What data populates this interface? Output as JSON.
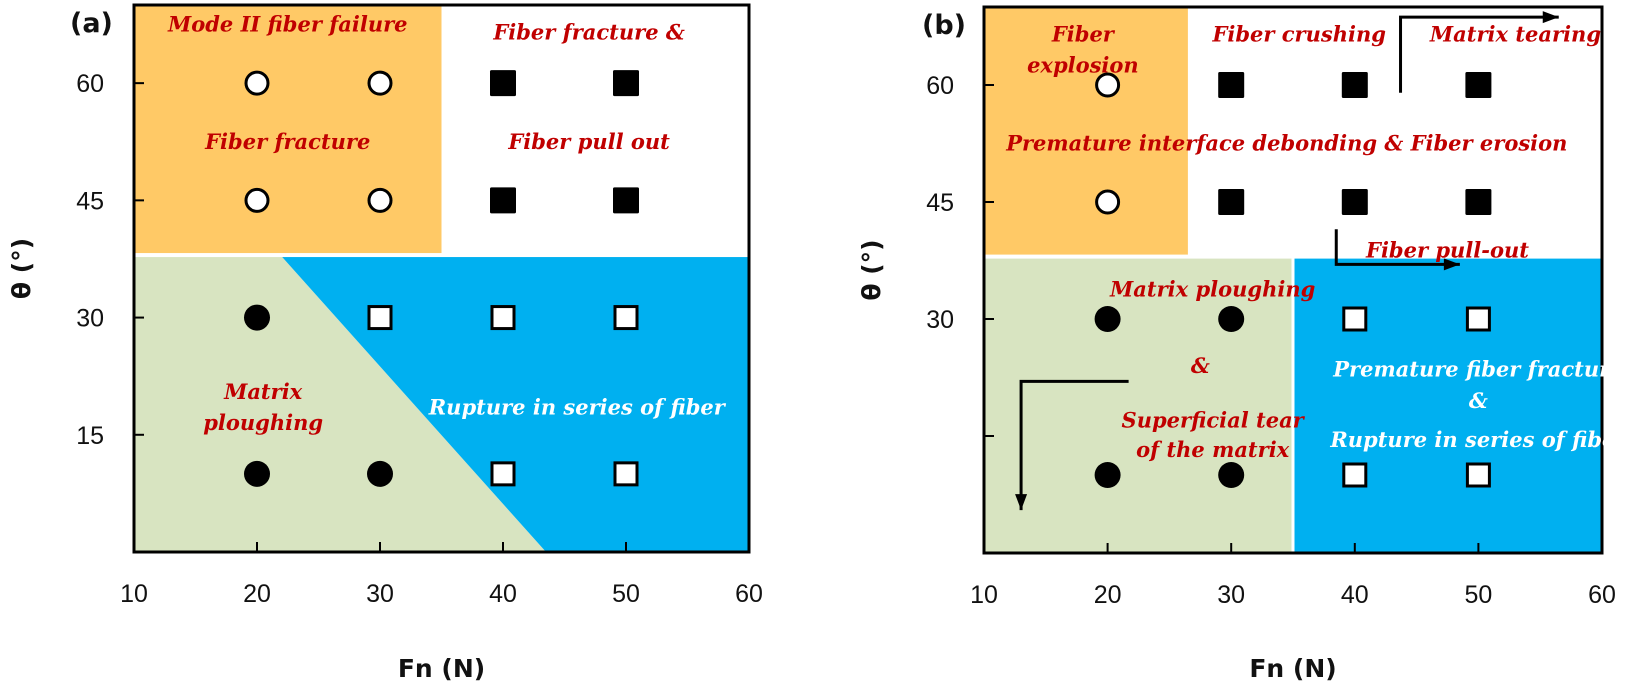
{
  "colors": {
    "orange_region": "#FFC966",
    "green_region": "#D8E4C1",
    "blue_region": "#00B0F0",
    "white_region": "#FFFFFF",
    "annotation_red": "#C00000",
    "annotation_white": "#FFFFFF",
    "marker_black": "#000000"
  },
  "chart_data": [
    {
      "type": "scatter",
      "panel_label": "(a)",
      "xlabel": "Fn (N)",
      "ylabel": "θ (°)",
      "xlim": [
        10,
        60
      ],
      "ylim": [
        0,
        70
      ],
      "xticks": [
        10,
        20,
        30,
        40,
        50,
        60
      ],
      "xtick_labels": [
        "10",
        "20",
        "30",
        "40",
        "50",
        "60"
      ],
      "yticks": [
        15,
        30,
        45,
        60
      ],
      "ytick_labels": [
        "15",
        "30",
        "45",
        "60"
      ],
      "grid": false,
      "regions": [
        {
          "name": "Mode II fiber failure / Fiber fracture",
          "color": "orange",
          "polygon": [
            [
              10,
              70
            ],
            [
              35,
              70
            ],
            [
              35,
              38
            ],
            [
              10,
              38
            ]
          ]
        },
        {
          "name": "Fiber fracture & Fiber pull out",
          "color": "white",
          "polygon": [
            [
              35,
              70
            ],
            [
              60,
              70
            ],
            [
              60,
              38
            ],
            [
              35,
              38
            ]
          ]
        },
        {
          "name": "Matrix ploughing",
          "color": "green",
          "polygon": [
            [
              10,
              38
            ],
            [
              21.9,
              38
            ],
            [
              43.5,
              0
            ],
            [
              10,
              0
            ]
          ]
        },
        {
          "name": "Rupture in series of fiber",
          "color": "blue",
          "polygon": [
            [
              21.9,
              38
            ],
            [
              60,
              38
            ],
            [
              60,
              0
            ],
            [
              43.5,
              0
            ]
          ]
        }
      ],
      "series": [
        {
          "name": "Fiber fracture (open circle)",
          "marker": "open-circle",
          "points": [
            [
              20,
              60
            ],
            [
              30,
              60
            ],
            [
              20,
              45
            ],
            [
              30,
              45
            ]
          ]
        },
        {
          "name": "Fiber fracture & pull out (filled square)",
          "marker": "filled-square",
          "points": [
            [
              40,
              60
            ],
            [
              50,
              60
            ],
            [
              40,
              45
            ],
            [
              50,
              45
            ]
          ]
        },
        {
          "name": "Matrix ploughing (filled circle)",
          "marker": "filled-circle",
          "points": [
            [
              20,
              30
            ],
            [
              20,
              10
            ],
            [
              30,
              10
            ]
          ]
        },
        {
          "name": "Rupture in series of fiber (open square)",
          "marker": "open-square",
          "points": [
            [
              30,
              30
            ],
            [
              40,
              30
            ],
            [
              50,
              30
            ],
            [
              40,
              10
            ],
            [
              50,
              10
            ]
          ]
        }
      ],
      "annotations": [
        {
          "text": "Mode II fiber  failure",
          "x": 22.5,
          "y": 67.5,
          "color": "red"
        },
        {
          "text": "Fiber  fracture",
          "x": 22.5,
          "y": 52.5,
          "color": "red"
        },
        {
          "text": "Fiber fracture &",
          "x": 47,
          "y": 66.5,
          "color": "red"
        },
        {
          "text": "Fiber pull out",
          "x": 47,
          "y": 52.5,
          "color": "red"
        },
        {
          "text": "Matrix",
          "x": 20.5,
          "y": 20.5,
          "color": "red"
        },
        {
          "text": "ploughing",
          "x": 20.5,
          "y": 16.5,
          "color": "red"
        },
        {
          "text": "Rupture in series of fiber",
          "x": 46,
          "y": 18.5,
          "color": "white"
        }
      ],
      "arrows": []
    },
    {
      "type": "scatter",
      "panel_label": "(b)",
      "xlabel": "Fn (N)",
      "ylabel": "θ (°)",
      "xlim": [
        10,
        60
      ],
      "ylim": [
        0,
        70
      ],
      "xticks": [
        10,
        20,
        30,
        40,
        50,
        60
      ],
      "xtick_labels": [
        "10",
        "20",
        "30",
        "40",
        "50",
        "60"
      ],
      "yticks": [
        15,
        30,
        45,
        60
      ],
      "ytick_labels": [
        "",
        "30",
        "45",
        "60"
      ],
      "grid": false,
      "regions": [
        {
          "name": "Fiber explosion",
          "color": "orange",
          "polygon": [
            [
              10,
              70
            ],
            [
              26.5,
              70
            ],
            [
              26.5,
              38
            ],
            [
              10,
              38
            ]
          ]
        },
        {
          "name": "Fiber crushing / Premature interface debonding & Fiber erosion",
          "color": "white",
          "polygon": [
            [
              26.5,
              70
            ],
            [
              60,
              70
            ],
            [
              60,
              38
            ],
            [
              26.5,
              38
            ]
          ]
        },
        {
          "name": "Matrix ploughing & Superficial tear of the matrix",
          "color": "green",
          "polygon": [
            [
              10,
              38
            ],
            [
              35,
              38
            ],
            [
              35,
              0
            ],
            [
              10,
              0
            ]
          ]
        },
        {
          "name": "Premature fiber fracture & Rupture in series of fiber",
          "color": "blue",
          "polygon": [
            [
              35,
              38
            ],
            [
              60,
              38
            ],
            [
              60,
              0
            ],
            [
              35,
              0
            ]
          ]
        }
      ],
      "series": [
        {
          "name": "Fiber explosion (open circle)",
          "marker": "open-circle",
          "points": [
            [
              20,
              60
            ],
            [
              20,
              45
            ]
          ]
        },
        {
          "name": "Fiber crushing / debonding (filled square)",
          "marker": "filled-square",
          "points": [
            [
              30,
              60
            ],
            [
              40,
              60
            ],
            [
              50,
              60
            ],
            [
              30,
              45
            ],
            [
              40,
              45
            ],
            [
              50,
              45
            ]
          ]
        },
        {
          "name": "Matrix ploughing (filled circle)",
          "marker": "filled-circle",
          "points": [
            [
              20,
              30
            ],
            [
              30,
              30
            ],
            [
              20,
              10
            ],
            [
              30,
              10
            ]
          ]
        },
        {
          "name": "Rupture in series of fiber (open square)",
          "marker": "open-square",
          "points": [
            [
              40,
              30
            ],
            [
              50,
              30
            ],
            [
              40,
              10
            ],
            [
              50,
              10
            ]
          ]
        }
      ],
      "annotations": [
        {
          "text": "Fiber",
          "x": 18,
          "y": 66.5,
          "color": "red"
        },
        {
          "text": "explosion",
          "x": 18,
          "y": 62.5,
          "color": "red"
        },
        {
          "text": "Fiber crushing",
          "x": 35.5,
          "y": 66.5,
          "color": "red"
        },
        {
          "text": "Matrix tearing",
          "x": 53,
          "y": 66.5,
          "color": "red"
        },
        {
          "text": "Premature interface debonding & Fiber erosion",
          "x": 34.5,
          "y": 52.5,
          "color": "red"
        },
        {
          "text": "Fiber pull-out",
          "x": 47.5,
          "y": 38.8,
          "color": "red"
        },
        {
          "text": "Matrix  ploughing",
          "x": 28.5,
          "y": 33.8,
          "color": "red"
        },
        {
          "text": "&",
          "x": 27.5,
          "y": 24,
          "color": "red"
        },
        {
          "text": "Superficial tear",
          "x": 28.5,
          "y": 17,
          "color": "red"
        },
        {
          "text": "of the  matrix",
          "x": 28.5,
          "y": 13.2,
          "color": "red"
        },
        {
          "text": "Premature fiber fracture",
          "x": 50,
          "y": 23.5,
          "color": "white"
        },
        {
          "text": "&",
          "x": 50,
          "y": 19.5,
          "color": "white"
        },
        {
          "text": "Rupture in series of fiber",
          "x": 50,
          "y": 14.5,
          "color": "white"
        }
      ],
      "arrows": [
        {
          "name": "matrix-tearing-arrow",
          "path": [
            [
              43.7,
              59
            ],
            [
              43.7,
              68.7
            ],
            [
              56.5,
              68.7
            ]
          ]
        },
        {
          "name": "fiber-pull-out-arrow",
          "path": [
            [
              38.5,
              41.5
            ],
            [
              38.5,
              37
            ],
            [
              48.5,
              37
            ]
          ]
        },
        {
          "name": "superficial-tear-arrow",
          "path": [
            [
              21.7,
              22
            ],
            [
              13,
              22
            ],
            [
              13,
              5.5
            ]
          ]
        }
      ]
    }
  ]
}
